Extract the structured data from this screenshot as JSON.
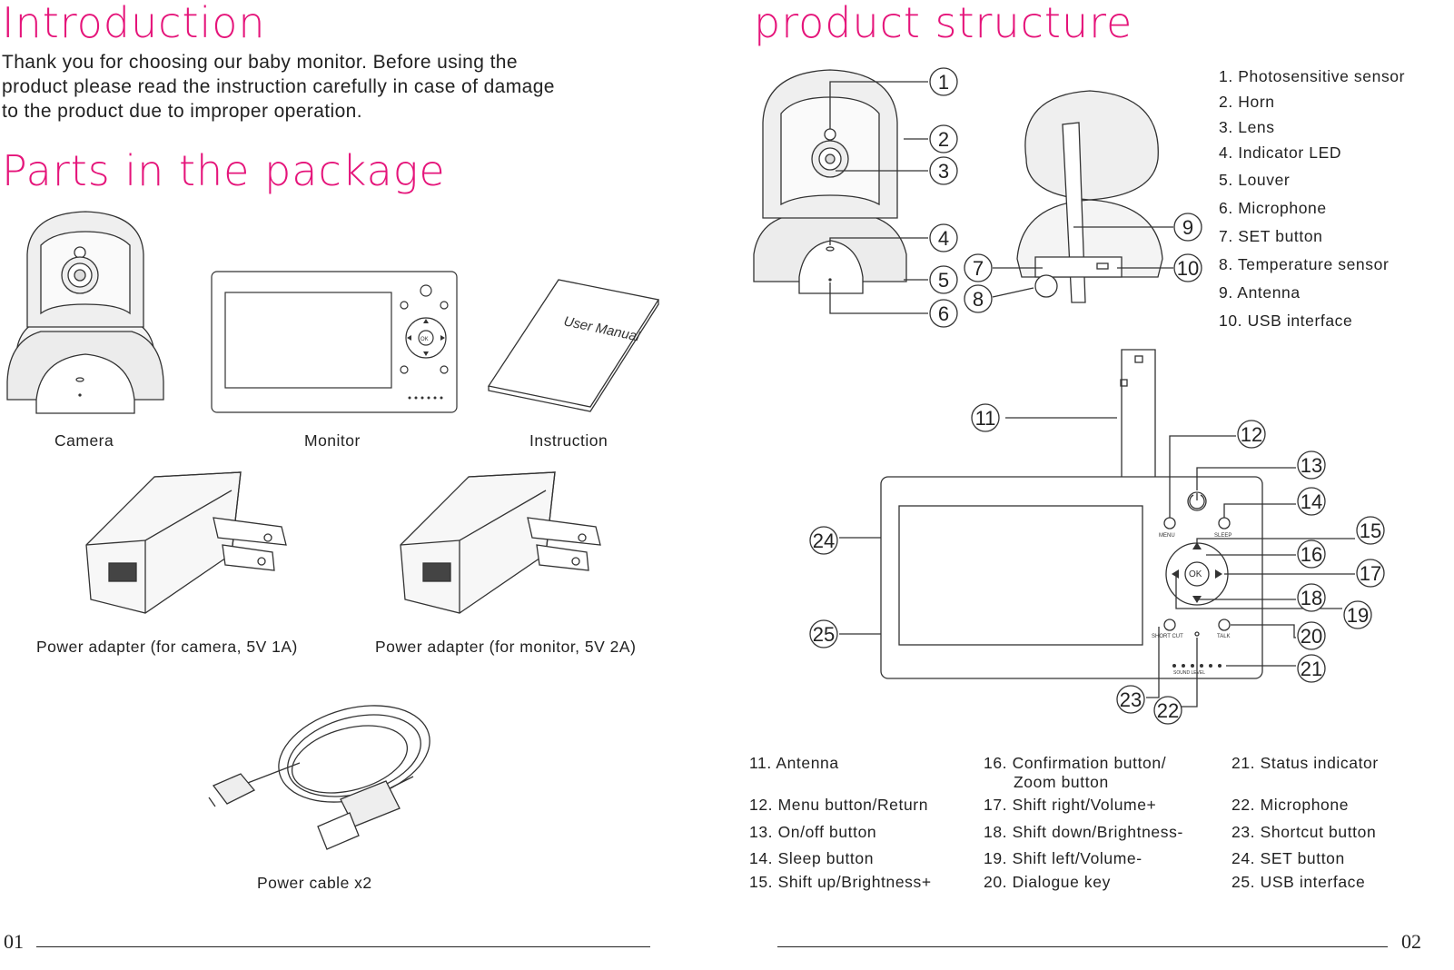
{
  "left": {
    "intro_heading": "Introduction",
    "intro_lines": [
      "Thank you for choosing our baby monitor. Before using the",
      "product please read the instruction carefully in case of damage",
      "to the product due to improper operation."
    ],
    "parts_heading": "Parts in the package",
    "parts": {
      "camera": "Camera",
      "monitor": "Monitor",
      "instruction": "Instruction",
      "adapter_camera": "Power adapter (for camera, 5V 1A)",
      "adapter_monitor": "Power adapter (for monitor, 5V 2A)",
      "cable": "Power cable x2"
    },
    "booklet_text": "User Manual",
    "page_number": "01"
  },
  "right": {
    "structure_heading": "product structure",
    "camera_legend": [
      "1. Photosensitive sensor",
      "2. Horn",
      "3. Lens",
      "4. Indicator LED",
      "5. Louver",
      "6. Microphone",
      "7. SET button",
      "8. Temperature sensor",
      "9. Antenna",
      "10. USB interface"
    ],
    "monitor_legend": {
      "col1": [
        "11. Antenna",
        "12. Menu button/Return",
        "13. On/off button",
        "14. Sleep button",
        "15. Shift up/Brightness+"
      ],
      "col2_first": "16. Confirmation button/",
      "col2_first_cont": "Zoom button",
      "col2": [
        "17. Shift right/Volume+",
        "18. Shift down/Brightness-",
        "19. Shift left/Volume-",
        "20. Dialogue key"
      ],
      "col3": [
        "21. Status indicator",
        "22. Microphone",
        "23. Shortcut button",
        "24. SET button",
        "25. USB interface"
      ]
    },
    "callouts": [
      "1",
      "2",
      "3",
      "4",
      "5",
      "6",
      "7",
      "8",
      "9",
      "10",
      "11",
      "12",
      "13",
      "14",
      "15",
      "16",
      "17",
      "18",
      "19",
      "20",
      "21",
      "22",
      "23",
      "24",
      "25"
    ],
    "page_number": "02"
  },
  "monitor_labels": {
    "menu": "MENU",
    "sleep": "SLEEP",
    "ok": "OK",
    "shortcut": "SHORT CUT",
    "talk": "TALK",
    "sound_level": "SOUND LEVEL"
  },
  "colors": {
    "accent": "#e5147a",
    "ink": "#222222"
  }
}
